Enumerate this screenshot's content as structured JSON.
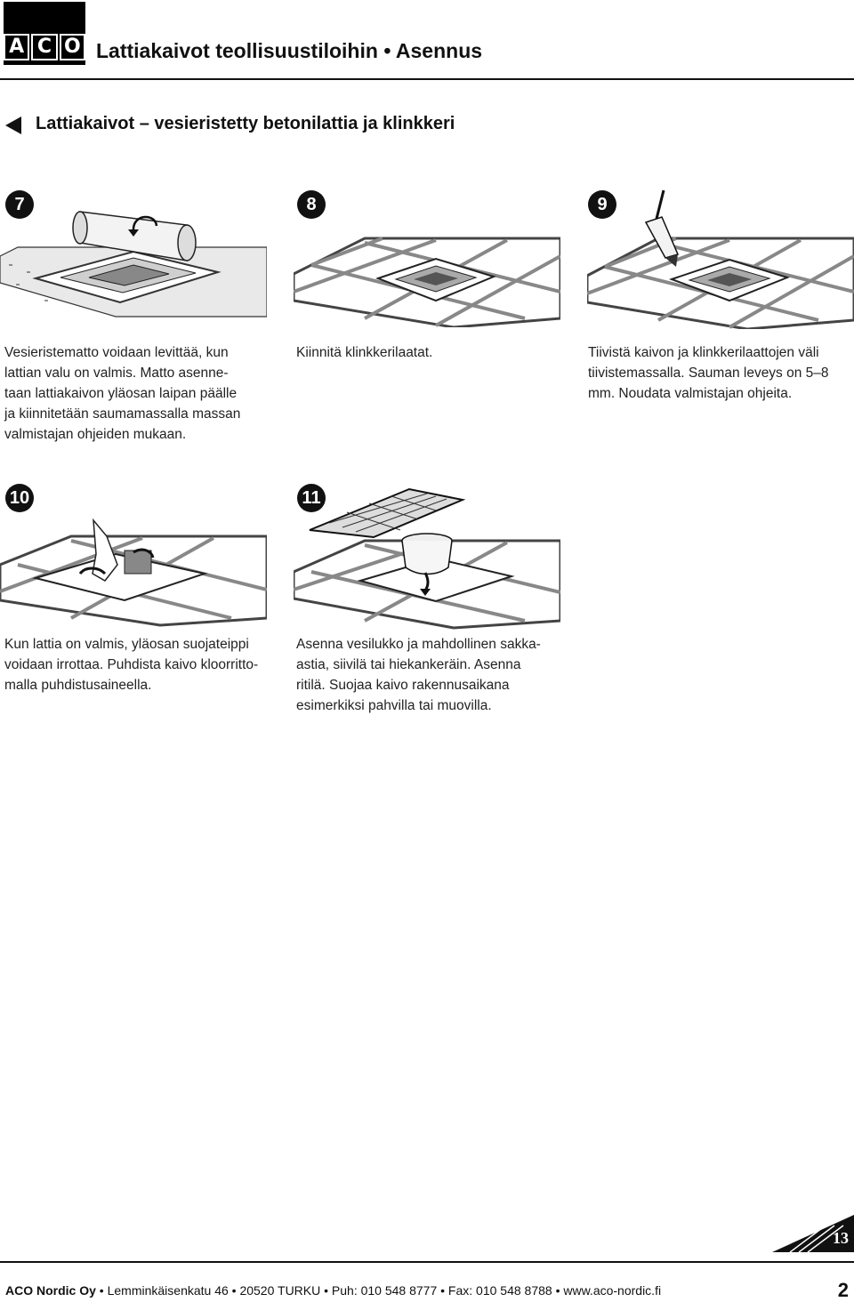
{
  "header": {
    "logo_letters": [
      "A",
      "C",
      "O"
    ],
    "title": "Lattiakaivot teollisuustiloihin • Asennus"
  },
  "section": {
    "title": "Lattiakaivot – vesieristetty betonilattia ja klinkkeri"
  },
  "steps": [
    {
      "number": "7",
      "icon": "membrane-roll-illustration",
      "caption": "Vesieristematto voidaan levittää, kun\nlattian valu on valmis. Matto asenne-\ntaan lattiakaivon yläosan laipan päälle\nja kiinnitetään saumamassalla massan\nvalmistajan ohjeiden mukaan."
    },
    {
      "number": "8",
      "icon": "tile-floor-illustration",
      "caption": "Kiinnitä klinkkerilaatat."
    },
    {
      "number": "9",
      "icon": "sealant-gun-illustration",
      "caption": "Tiivistä kaivon ja klinkkerilaattojen väli\ntiivistemassalla. Sauman leveys on 5–8\nmm. Noudata valmistajan ohjeita."
    },
    {
      "number": "10",
      "icon": "hand-removing-cover-illustration",
      "caption": "Kun lattia on valmis, yläosan suojateippi\nvoidaan irrottaa. Puhdista kaivo kloorritto-\nmalla puhdistusaineella."
    },
    {
      "number": "11",
      "icon": "grating-and-trap-illustration",
      "caption": "Asenna vesilukko ja mahdollinen sakka-\nastia, siivilä tai hiekankeräin. Asenna\nritilä. Suojaa kaivo rakennusaikana\nesimerkiksi pahvilla tai muovilla."
    }
  ],
  "corner_badge": "13",
  "footer": {
    "company": "ACO Nordic Oy",
    "details": " • Lemminkäisenkatu 46 • 20520 TURKU • Puh: 010 548 8777 • Fax: 010 548 8788 • www.aco-nordic.fi",
    "page": "2"
  }
}
